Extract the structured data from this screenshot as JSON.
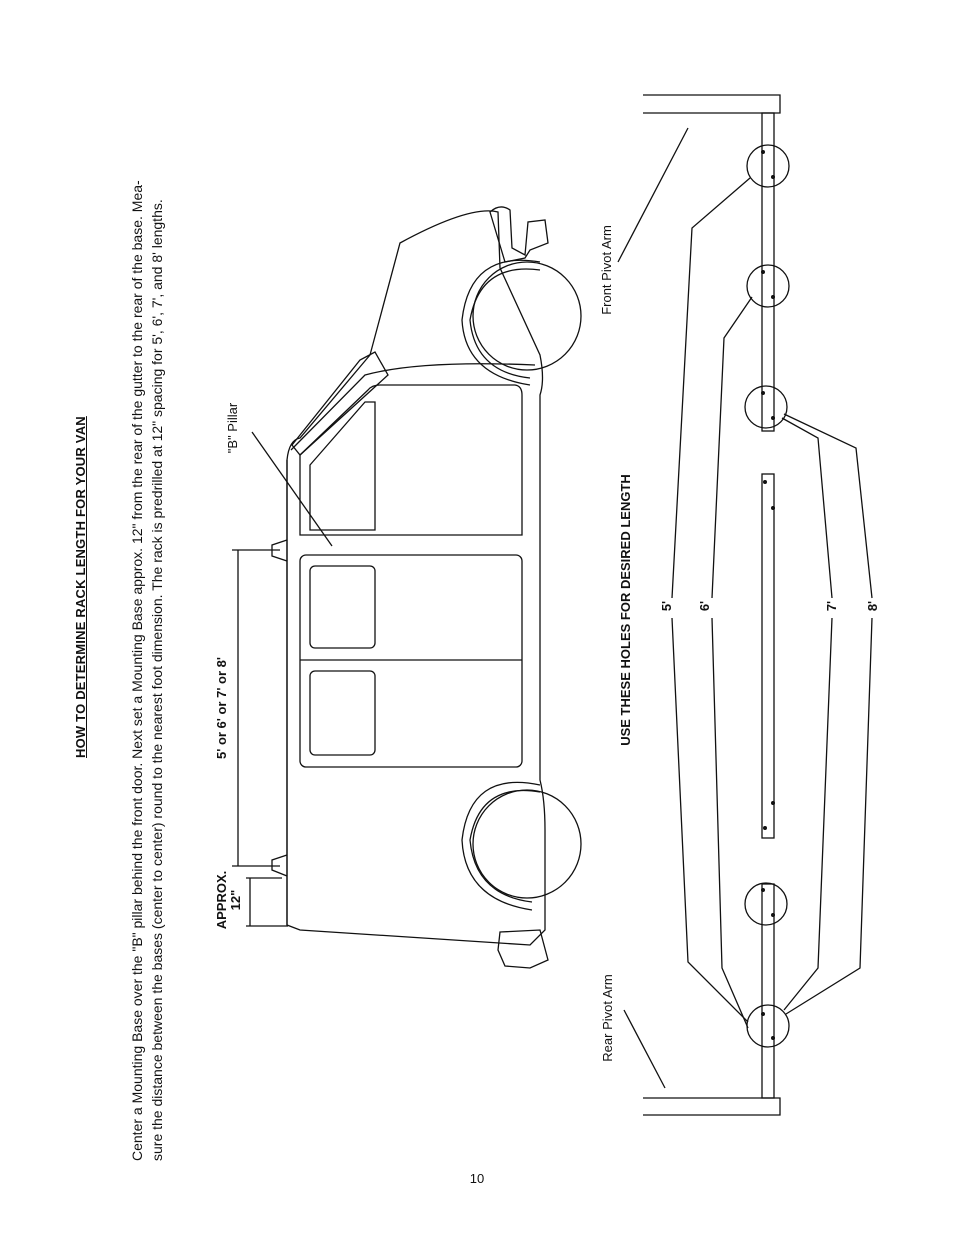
{
  "heading": "HOW TO DETERMINE RACK LENGTH FOR YOUR VAN",
  "instructions": {
    "line1": "Center a Mounting Base over the \"B\" pillar behind the front door. Next set a Mounting Base approx. 12\" from the rear of the gutter to the rear of the base. Mea-",
    "line2": "sure the distance between the bases (center to center) round to the nearest foot dimension. The rack is predrilled at 12\" spacing for 5', 6', 7', and 8' lengths."
  },
  "van_diagram": {
    "b_pillar_label": "\"B\" Pillar",
    "length_label": "5' or 6' or 7' or 8'",
    "approx_label": "APPROX.",
    "approx_value": "12\""
  },
  "rack_diagram": {
    "front_arm_label": "Front Pivot Arm",
    "rear_arm_label": "Rear Pivot Arm",
    "holes_label": "USE THESE HOLES FOR DESIRED LENGTH",
    "lengths": [
      "5'",
      "6'",
      "7'",
      "8'"
    ]
  },
  "page_number": "10"
}
